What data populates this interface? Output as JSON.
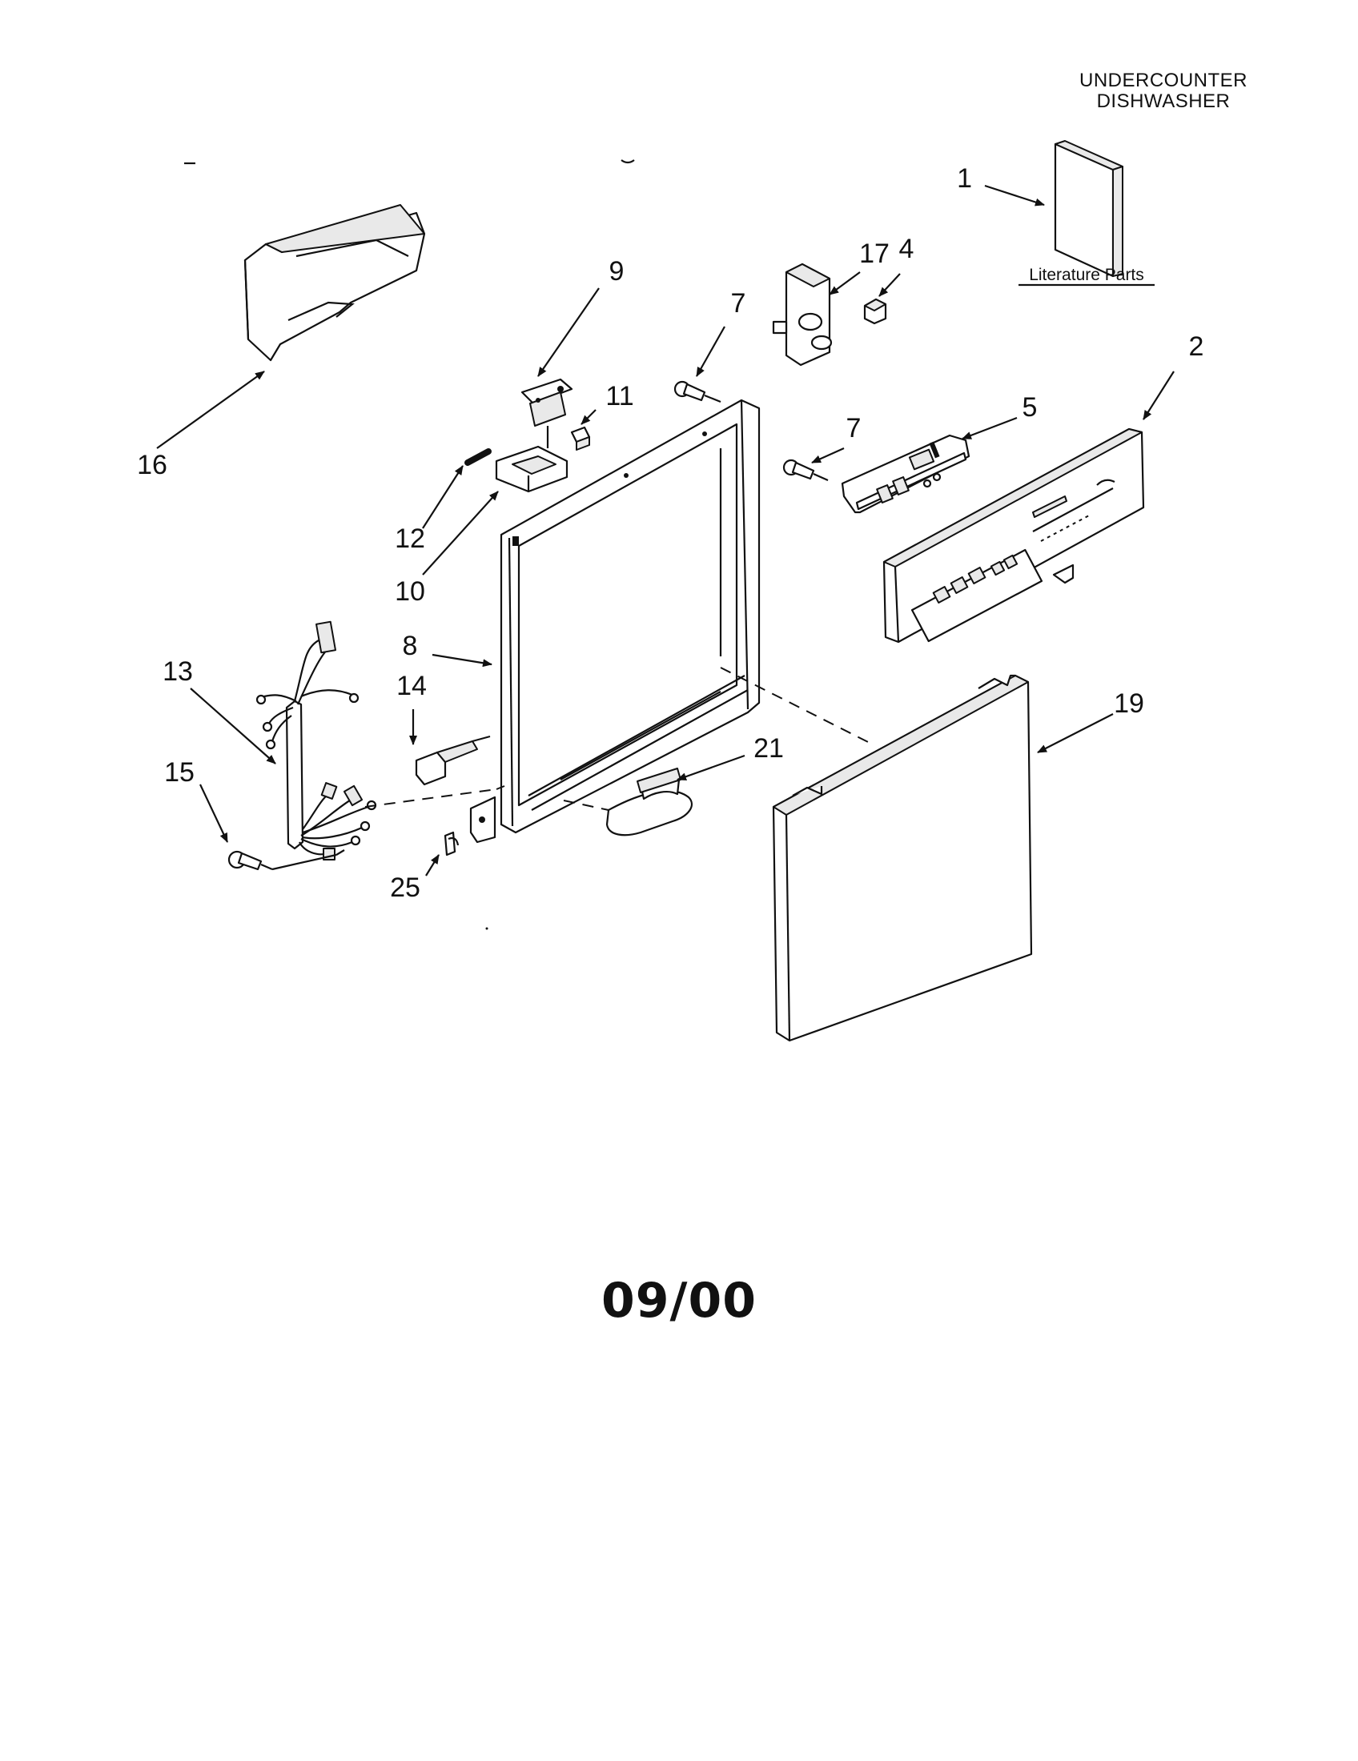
{
  "header": {
    "line1": "UNDERCOUNTER",
    "line2": "DISHWASHER"
  },
  "literature_label": "Literature Parts",
  "callouts": {
    "c1": "1",
    "c2": "2",
    "c4": "4",
    "c5": "5",
    "c7a": "7",
    "c7b": "7",
    "c8": "8",
    "c9": "9",
    "c10": "10",
    "c11": "11",
    "c12": "12",
    "c13": "13",
    "c14": "14",
    "c15": "15",
    "c16": "16",
    "c17": "17",
    "c19": "19",
    "c21": "21",
    "c25": "25"
  },
  "footer": {
    "date": "09/00"
  }
}
